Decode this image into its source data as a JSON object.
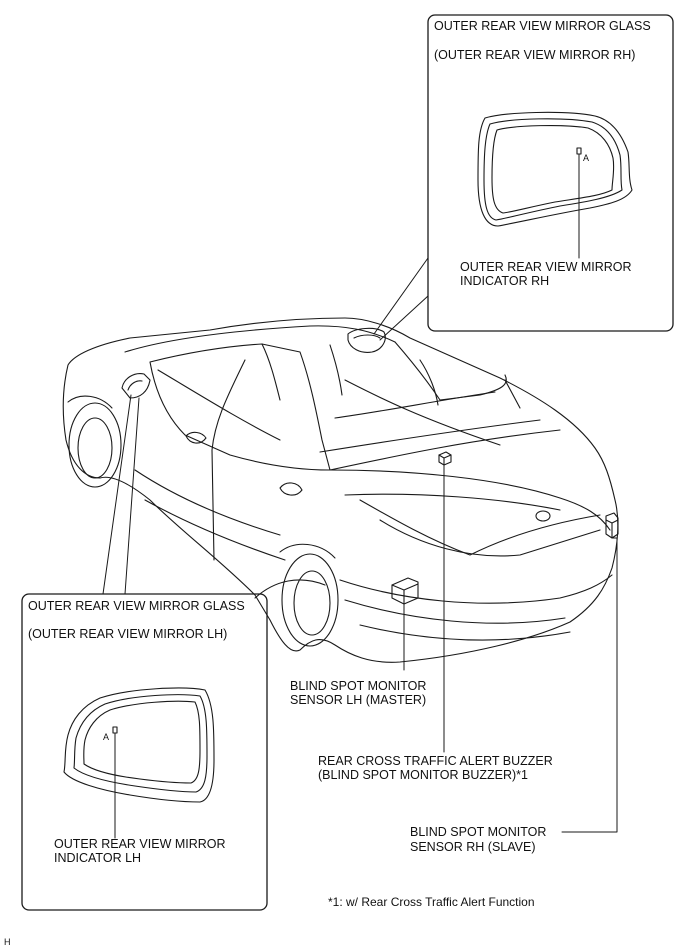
{
  "labels": {
    "rh_box_title1": "OUTER REAR VIEW MIRROR GLASS",
    "rh_box_title2": "(OUTER REAR VIEW MIRROR RH)",
    "rh_indicator_line1": "OUTER REAR VIEW MIRROR",
    "rh_indicator_line2": "INDICATOR RH",
    "lh_box_title1": "OUTER REAR VIEW MIRROR GLASS",
    "lh_box_title2": "(OUTER REAR VIEW MIRROR LH)",
    "lh_indicator_line1": "OUTER REAR VIEW MIRROR",
    "lh_indicator_line2": "INDICATOR LH",
    "bsm_lh_line1": "BLIND SPOT MONITOR",
    "bsm_lh_line2": "SENSOR LH (MASTER)",
    "buzzer_line1": "REAR CROSS TRAFFIC ALERT BUZZER",
    "buzzer_line2": "(BLIND SPOT MONITOR BUZZER)*1",
    "bsm_rh_line1": "BLIND SPOT MONITOR",
    "bsm_rh_line2": "SENSOR RH (SLAVE)",
    "footnote": "*1: w/ Rear Cross Traffic Alert Function",
    "corner_mark": "H",
    "glyph_a": "A"
  },
  "colors": {
    "line": "#1a1a1a",
    "background": "#ffffff"
  }
}
